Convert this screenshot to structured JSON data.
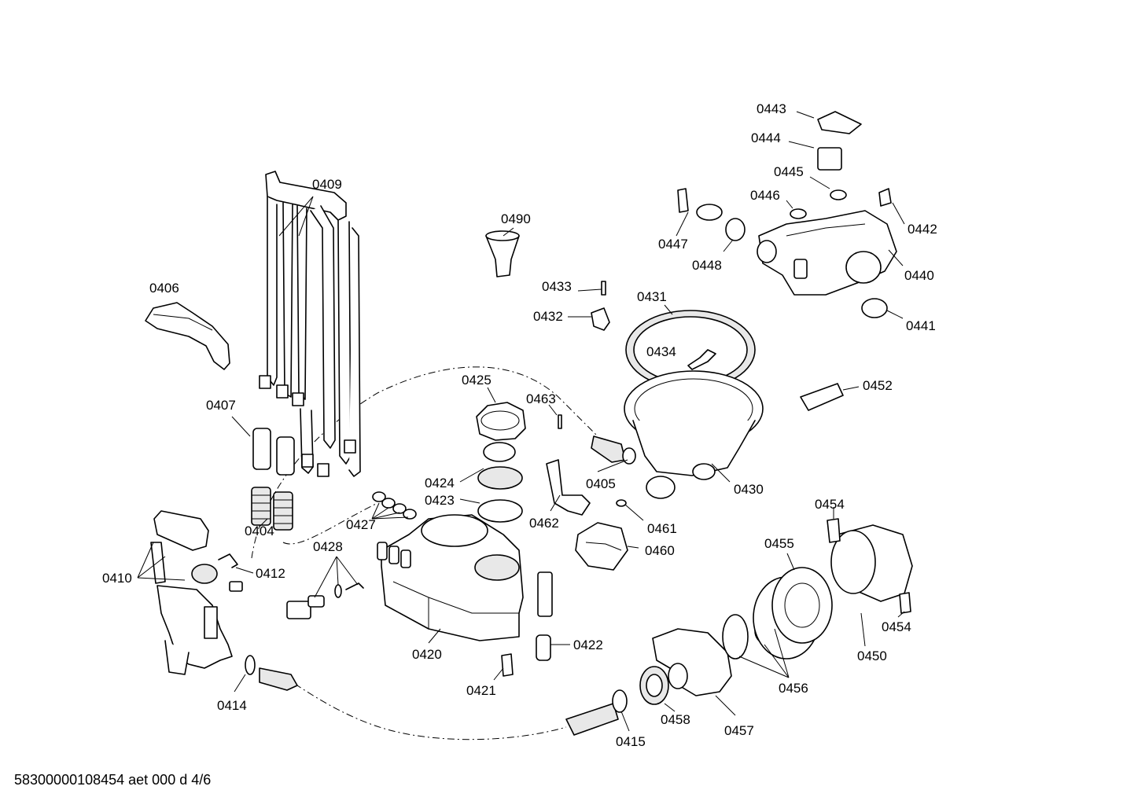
{
  "diagram": {
    "labels": [
      "0443",
      "0444",
      "0445",
      "0446",
      "0442",
      "0447",
      "0448",
      "0440",
      "0441",
      "0409",
      "0490",
      "0433",
      "0432",
      "0431",
      "0434",
      "0406",
      "0452",
      "0407",
      "0425",
      "0463",
      "0405",
      "0430",
      "0424",
      "0423",
      "0462",
      "0461",
      "0454",
      "0427",
      "0428",
      "0460",
      "0455",
      "0404",
      "0412",
      "0410",
      "0422",
      "0420",
      "0454",
      "0450",
      "0456",
      "0421",
      "0414",
      "0458",
      "0457",
      "0415"
    ]
  },
  "footer": {
    "code": "58300000108454 aet 000 d 4/6"
  }
}
